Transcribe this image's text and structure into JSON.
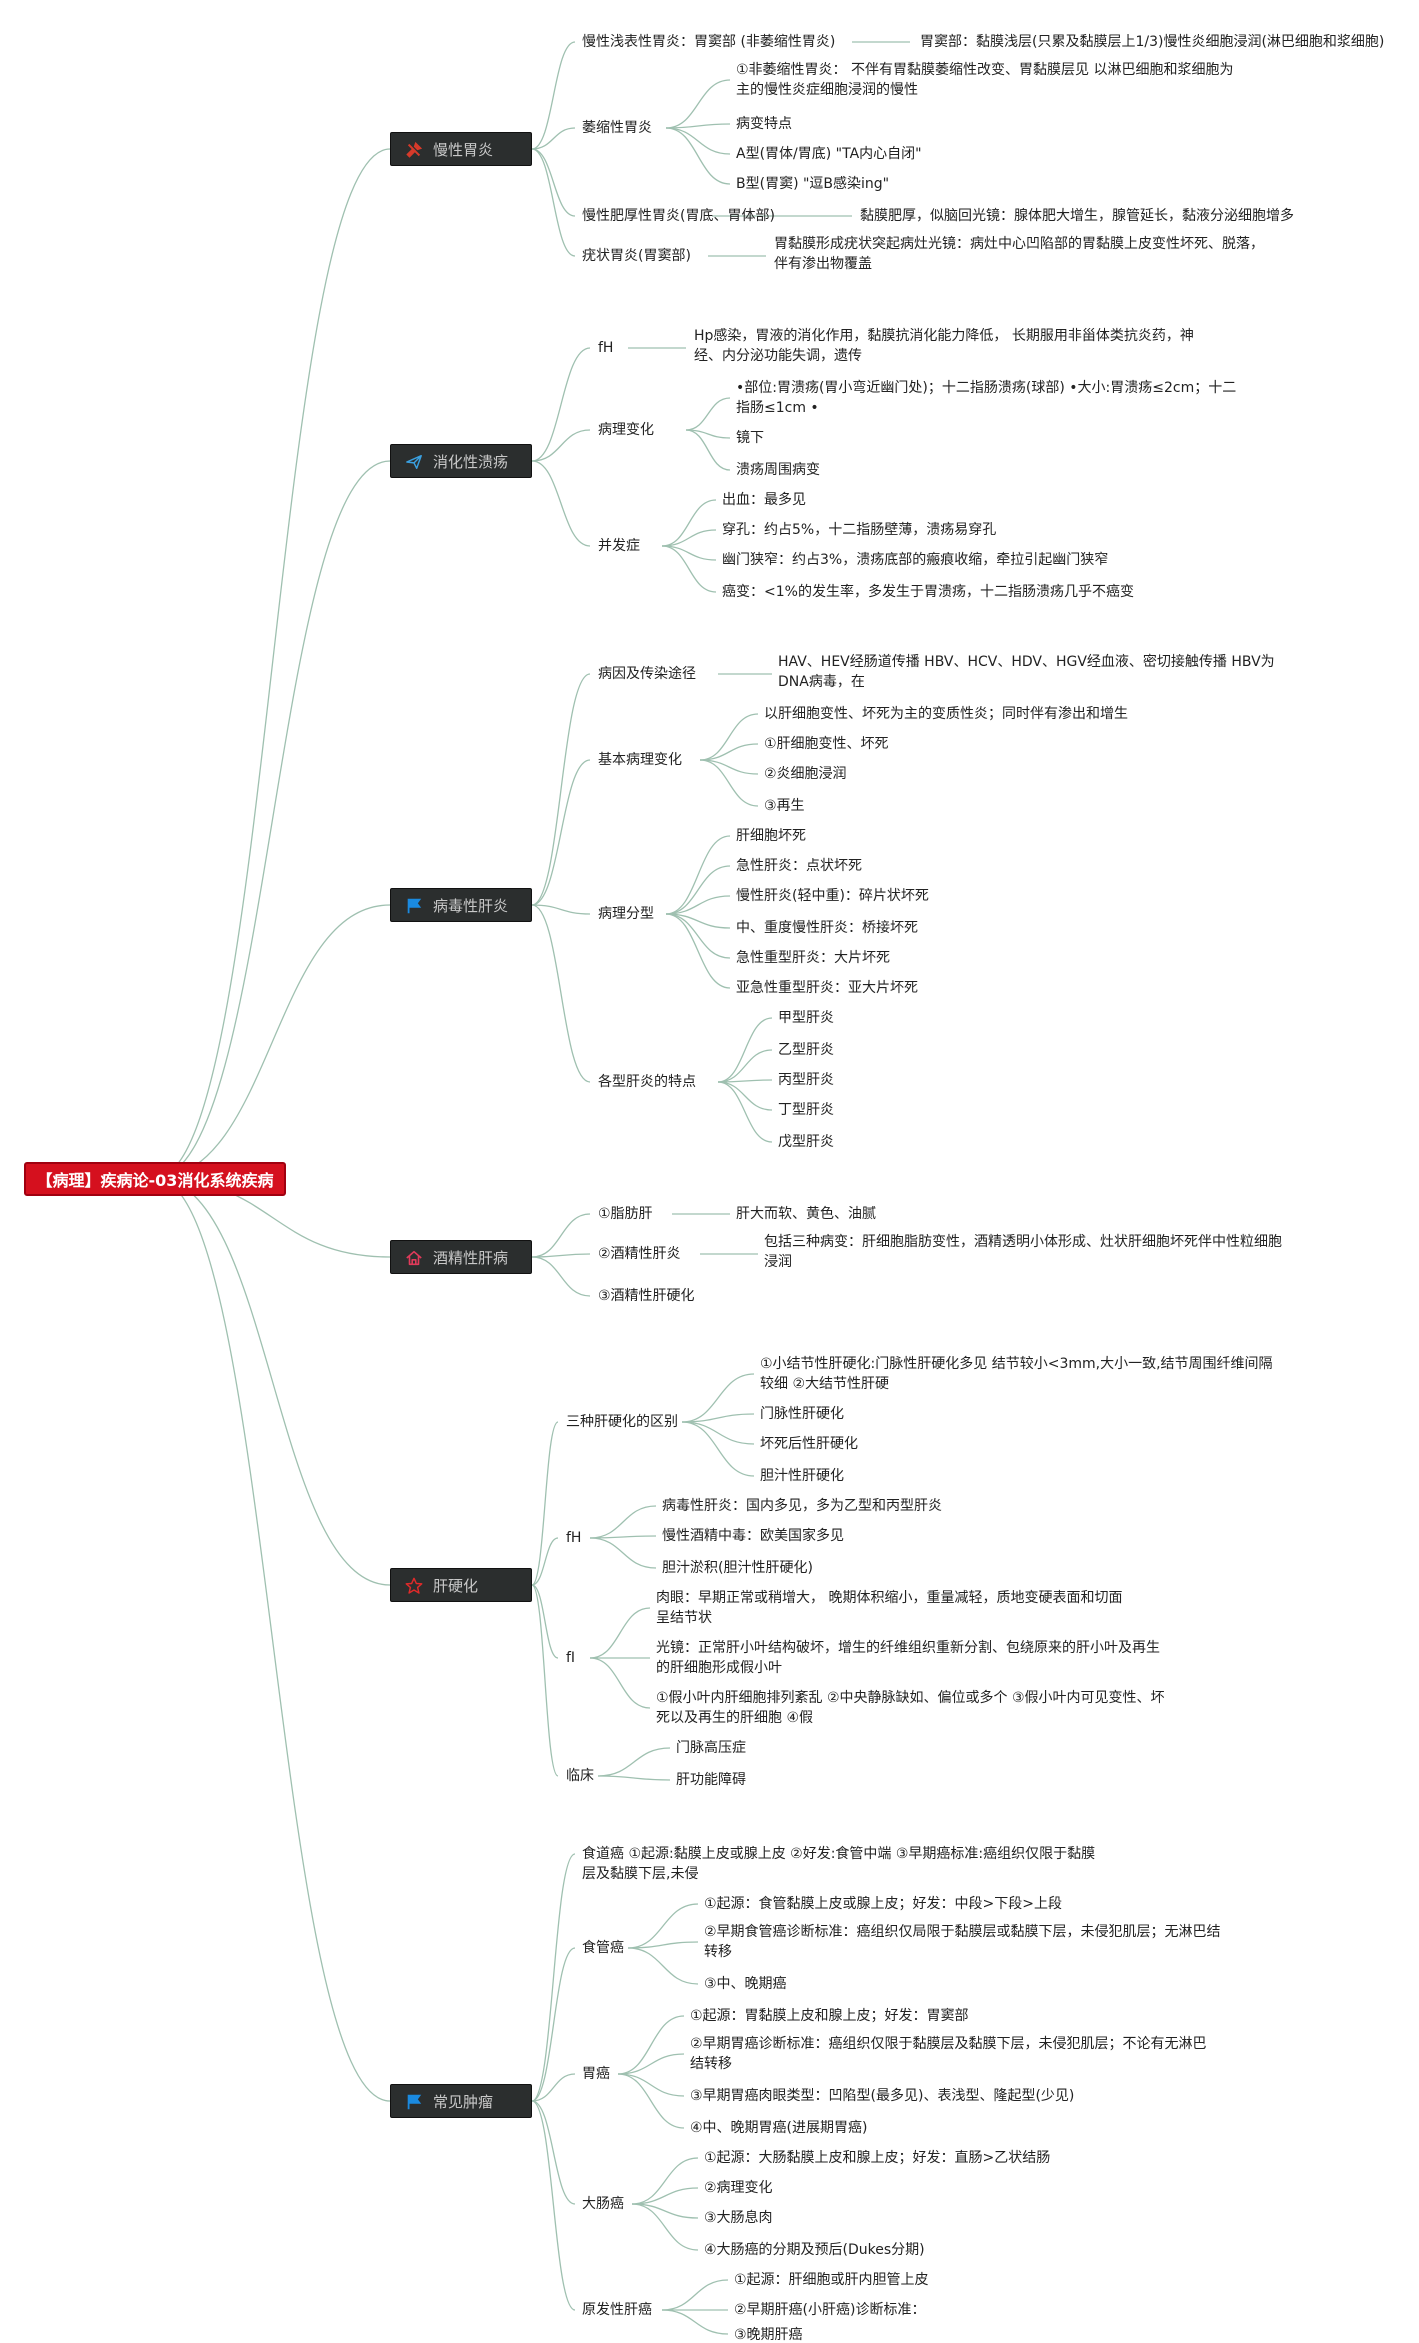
{
  "root": "【病理】疾病论-03消化系统疾病",
  "colors": {
    "root_bg": "#d5101e",
    "topic_bg": "#2b2e2e",
    "line": "#9fc0b0"
  },
  "topics": [
    {
      "label": "慢性胃炎",
      "icon": "wrench-icon",
      "icon_color": "#d63a2a"
    },
    {
      "label": "消化性溃疡",
      "icon": "paper-plane-icon",
      "icon_color": "#3aa0e0"
    },
    {
      "label": "病毒性肝炎",
      "icon": "flag-icon",
      "icon_color": "#1a8ae0"
    },
    {
      "label": "酒精性肝病",
      "icon": "home-icon",
      "icon_color": "#e03a5a"
    },
    {
      "label": "肝硬化",
      "icon": "star-icon",
      "icon_color": "#e02a2a"
    },
    {
      "label": "常见肿瘤",
      "icon": "flag-icon",
      "icon_color": "#1a8ae0"
    }
  ],
  "nodes": {
    "n1": "慢性浅表性胃炎：胃窦部 (非萎缩性胃炎)",
    "n1a": "胃窦部：黏膜浅层(只累及黏膜层上1/3)慢性炎细胞浸润(淋巴细胞和浆细胞)",
    "n2": "萎缩性胃炎",
    "n2a": "①非萎缩性胃炎： 不伴有胃黏膜萎缩性改变、胃黏膜层见 以淋巴细胞和浆细胞为主的慢性炎症细胞浸润的慢性",
    "n2b": "病变特点",
    "n2c": "A型(胃体/胃底) \"TA内心自闭\"",
    "n2d": "B型(胃窦) \"逗B感染ing\"",
    "n3": "慢性肥厚性胃炎(胃底、胃体部)",
    "n3a": "黏膜肥厚，似脑回光镜：腺体肥大增生，腺管延长，黏液分泌细胞增多",
    "n4": "疣状胃炎(胃窦部)",
    "n4a": "胃黏膜形成疣状突起病灶光镜：病灶中心凹陷部的胃黏膜上皮变性坏死、脱落，伴有渗出物覆盖",
    "u1": "fH",
    "u1a": "Hp感染，胃液的消化作用，黏膜抗消化能力降低， 长期服用非甾体类抗炎药，神经、内分泌功能失调，遗传",
    "u2": "病理变化",
    "u2a": "•部位:胃溃疡(胃小弯近幽门处)；十二指肠溃疡(球部) •大小:胃溃疡≤2cm；十二指肠≤1cm •",
    "u2b": "镜下",
    "u2c": "溃疡周围病变",
    "u3": "并发症",
    "u3a": "出血：最多见",
    "u3b": "穿孔：约占5%，十二指肠壁薄，溃疡易穿孔",
    "u3c": "幽门狭窄：约占3%，溃疡底部的瘢痕收缩，牵拉引起幽门狭窄",
    "u3d": "癌变：<1%的发生率，多发生于胃溃疡，十二指肠溃疡几乎不癌变",
    "h1": "病因及传染途径",
    "h1a": "HAV、HEV经肠道传播 HBV、HCV、HDV、HGV经血液、密切接触传播 HBV为DNA病毒，在",
    "h2": "基本病理变化",
    "h2a": "以肝细胞变性、坏死为主的变质性炎；同时伴有渗出和增生",
    "h2b": "①肝细胞变性、坏死",
    "h2c": "②炎细胞浸润",
    "h2d": "③再生",
    "h3": "病理分型",
    "h3a": "肝细胞坏死",
    "h3b": "急性肝炎：点状坏死",
    "h3c": "慢性肝炎(轻中重)：碎片状坏死",
    "h3d": "中、重度慢性肝炎：桥接坏死",
    "h3e": "急性重型肝炎：大片坏死",
    "h3f": "亚急性重型肝炎：亚大片坏死",
    "h4": "各型肝炎的特点",
    "h4a": "甲型肝炎",
    "h4b": "乙型肝炎",
    "h4c": "丙型肝炎",
    "h4d": "丁型肝炎",
    "h4e": "戊型肝炎",
    "a1": "①脂肪肝",
    "a1a": "肝大而软、黄色、油腻",
    "a2": "②酒精性肝炎",
    "a2a": "包括三种病变：肝细胞脂肪变性，酒精透明小体形成、灶状肝细胞坏死伴中性粒细胞浸润",
    "a3": "③酒精性肝硬化",
    "c1": "三种肝硬化的区别",
    "c1a": "①小结节性肝硬化:门脉性肝硬化多见 结节较小<3mm,大小一致,结节周围纤维间隔较细 ②大结节性肝硬",
    "c1b": "门脉性肝硬化",
    "c1c": "坏死后性肝硬化",
    "c1d": "胆汁性肝硬化",
    "c2": "fH",
    "c2a": "病毒性肝炎：国内多见，多为乙型和丙型肝炎",
    "c2b": "慢性酒精中毒：欧美国家多见",
    "c2c": "胆汁淤积(胆汁性肝硬化)",
    "c3": "fI",
    "c3a": "肉眼：早期正常或稍增大， 晚期体积缩小，重量减轻，质地变硬表面和切面呈结节状",
    "c3b": "光镜：正常肝小叶结构破坏，增生的纤维组织重新分割、包绕原来的肝小叶及再生的肝细胞形成假小叶",
    "c3c": "①假小叶内肝细胞排列紊乱 ②中央静脉缺如、偏位或多个 ③假小叶内可见变性、坏死以及再生的肝细胞 ④假",
    "c4": "临床",
    "c4a": "门脉高压症",
    "c4b": "肝功能障碍",
    "t0": "食道癌 ①起源:黏膜上皮或腺上皮 ②好发:食管中端 ③早期癌标准:癌组织仅限于黏膜层及黏膜下层,未侵",
    "t1": "食管癌",
    "t1a": "①起源：食管黏膜上皮或腺上皮；好发：中段>下段>上段",
    "t1b": "②早期食管癌诊断标准：癌组织仅局限于黏膜层或黏膜下层，未侵犯肌层；无淋巴结转移",
    "t1c": "③中、晚期癌",
    "t2": "胃癌",
    "t2a": "①起源：胃黏膜上皮和腺上皮；好发：胃窦部",
    "t2b": "②早期胃癌诊断标准：癌组织仅限于黏膜层及黏膜下层，未侵犯肌层；不论有无淋巴结转移",
    "t2c": "③早期胃癌肉眼类型：凹陷型(最多见)、表浅型、隆起型(少见)",
    "t2d": "④中、晚期胃癌(进展期胃癌)",
    "t3": "大肠癌",
    "t3a": "①起源：大肠黏膜上皮和腺上皮；好发：直肠>乙状结肠",
    "t3b": "②病理变化",
    "t3c": "③大肠息肉",
    "t3d": "④大肠癌的分期及预后(Dukes分期)",
    "t4": "原发性肝癌",
    "t4a": "①起源：肝细胞或肝内胆管上皮",
    "t4b": "②早期肝癌(小肝癌)诊断标准：",
    "t4c": "③晚期肝癌"
  }
}
